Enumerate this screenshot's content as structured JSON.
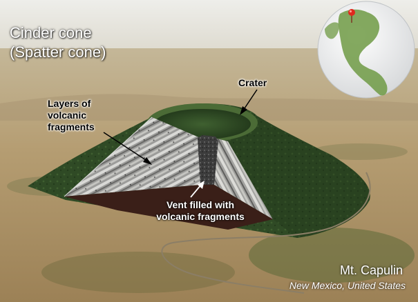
{
  "title": {
    "line1": "Cinder cone",
    "line2": "(Spatter cone)"
  },
  "labels": {
    "crater": "Crater",
    "layers_line1": "Layers of",
    "layers_line2": "volcanic",
    "layers_line3": "fragments",
    "vent_line1": "Vent filled with",
    "vent_line2": "volcanic fragments"
  },
  "location": {
    "name": "Mt. Capulin",
    "region": "New Mexico, United States"
  },
  "colors": {
    "sky": "#e6e4dc",
    "plain": "#b49c72",
    "cone_vegetation": "#2f4a25",
    "cross_section_base": "#3a1f18",
    "vent": "#3e3e3e",
    "globe_ocean": "#f2f3f4",
    "globe_land": "#6f9a44",
    "location_pin": "#e0281e"
  },
  "icons": {
    "globe": "globe-icon",
    "pin": "location-pin-icon"
  }
}
